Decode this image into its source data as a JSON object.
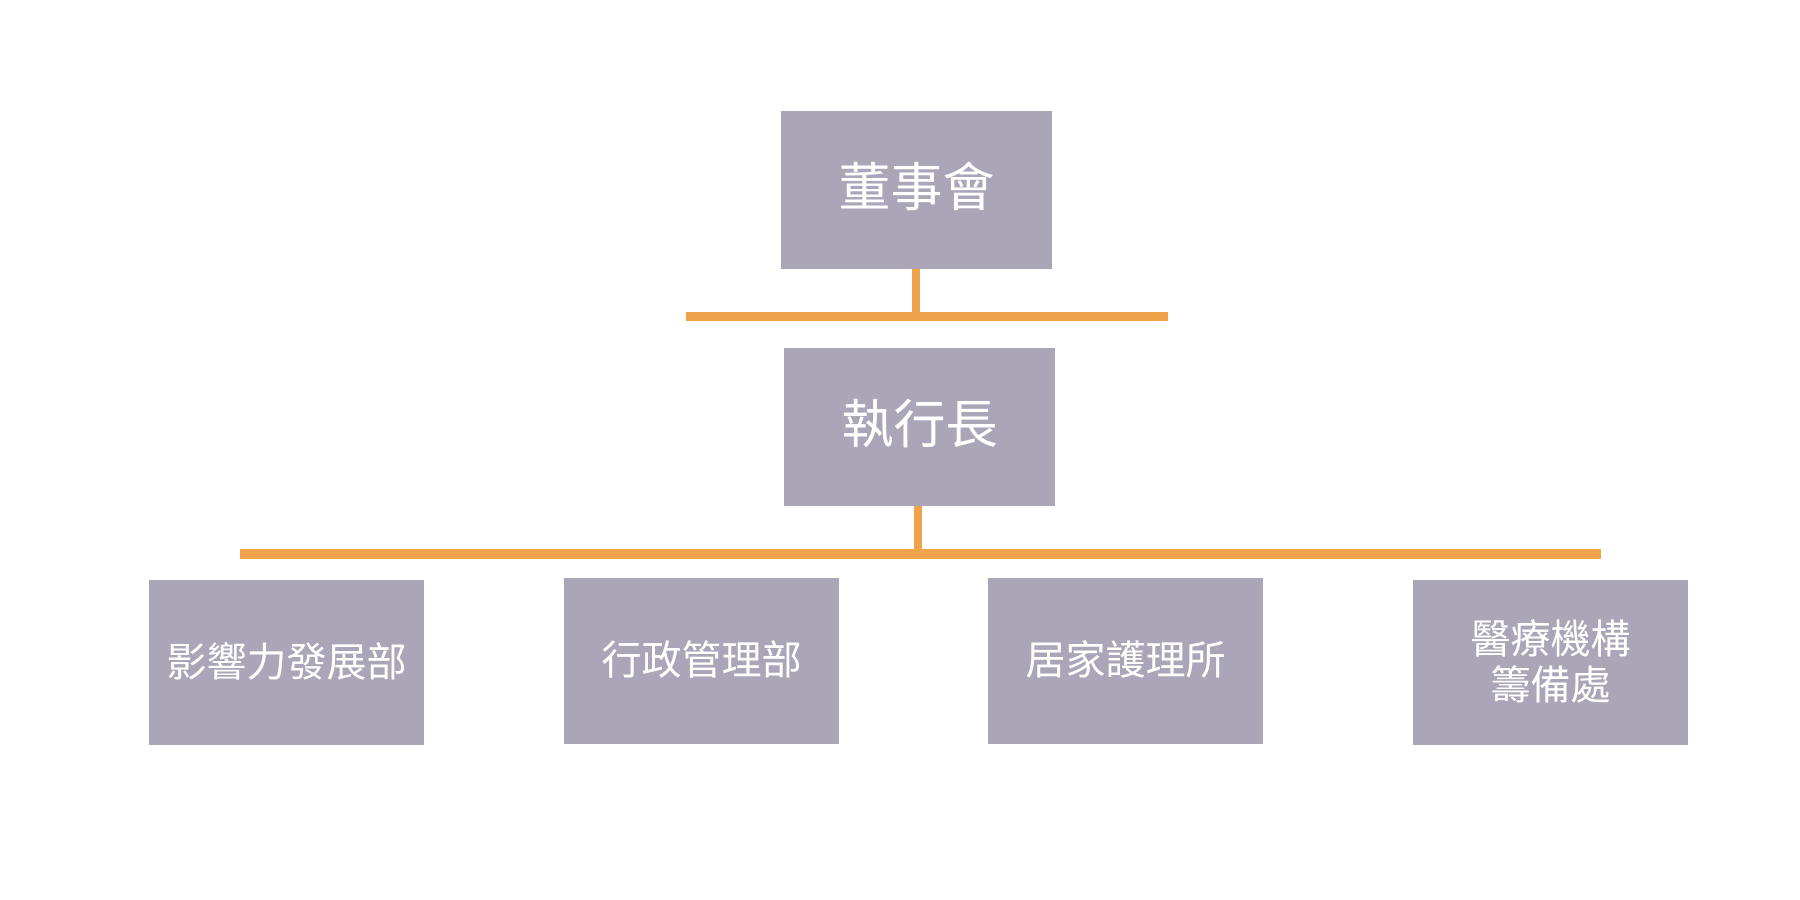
{
  "colors": {
    "box_fill": "#aaa6b8",
    "box_text": "#ffffff",
    "connector": "#eea24a",
    "background": "#ffffff"
  },
  "org_chart": {
    "board": {
      "label": "董事會"
    },
    "ceo": {
      "label": "執行長"
    },
    "departments": [
      {
        "label": "影響力發展部"
      },
      {
        "label": "行政管理部"
      },
      {
        "label": "居家護理所"
      },
      {
        "label": "醫療機構\n籌備處"
      }
    ]
  }
}
